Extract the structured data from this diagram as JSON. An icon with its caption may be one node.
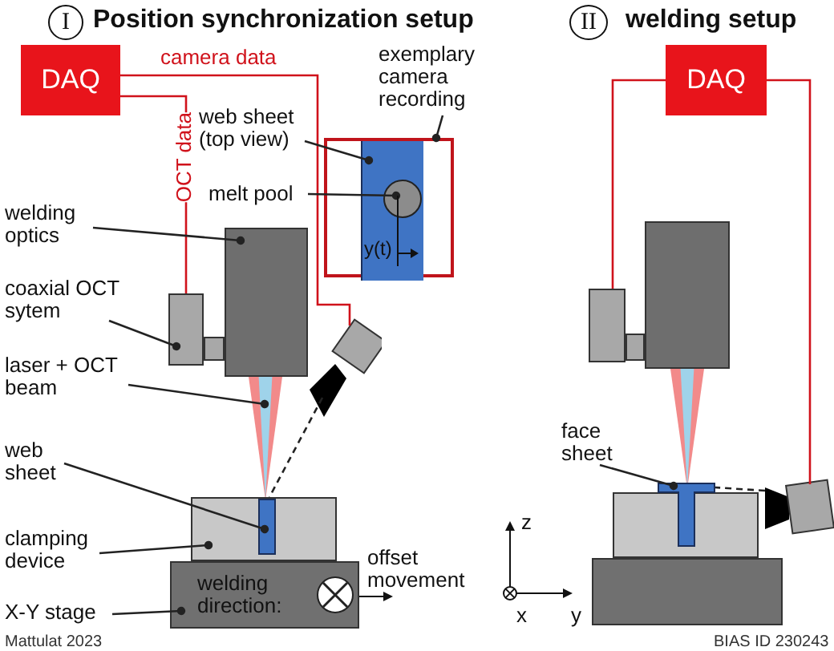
{
  "diagram": {
    "nodes": [
      {
        "text": [
          "DAQ"
        ]
      },
      {
        "text": [
          "exemplary camera recording"
        ]
      },
      {
        "text": [],
        "shape": "box"
      },
      {
        "text": [
          "web sheet (top view)"
        ]
      },
      {
        "text": [],
        "shape": "box",
        "in": 2
      },
      {
        "text": [
          "melt pool"
        ]
      },
      {
        "text": [],
        "shape": "circle",
        "in": 4
      },
      {
        "text": [
          "welding optics"
        ]
      },
      {
        "text": [],
        "shape": "box"
      },
      {
        "text": [
          "coaxial OCT sytem"
        ]
      },
      {
        "text": [],
        "shape": "box"
      },
      {
        "text": [
          "laser + OCT beam"
        ]
      },
      {
        "text": [],
        "shape": "cone"
      },
      {
        "text": [],
        "shape": "camera"
      },
      {
        "text": [
          "web sheet"
        ]
      },
      {
        "text": [],
        "shape": "bar",
        "in": 17
      },
      {
        "text": [
          "clamping device"
        ]
      },
      {
        "text": [],
        "shape": "box"
      },
      {
        "text": [
          "X-Y stage"
        ]
      },
      {
        "text": [
          "welding direction:"
        ]
      },
      {
        "text": [
          "DAQ"
        ]
      },
      {
        "text": [],
        "shape": "box"
      },
      {
        "text": [],
        "shape": "box"
      },
      {
        "text": [],
        "shape": "cone"
      },
      {
        "text": [
          "face sheet"
        ]
      },
      {
        "text": [],
        "shape": "bar"
      },
      {
        "text": [],
        "shape": "box"
      },
      {
        "text": [],
        "shape": "box"
      },
      {
        "text": [],
        "shape": "camera"
      }
    ],
    "edges": [
      {
        "from": 0,
        "to": 13,
        "arrow": "none",
        "label": "camera data",
        "color": "#d0121b"
      },
      {
        "from": 0,
        "to": 10,
        "arrow": "none",
        "label": "OCT data",
        "color": "#d0121b"
      },
      {
        "from": 13,
        "to": 15,
        "arrow": "none",
        "style": "dashed"
      },
      {
        "from": 1,
        "to": 2,
        "arrow": "other"
      },
      {
        "from": 3,
        "to": 4,
        "arrow": "other"
      },
      {
        "from": 5,
        "to": 6,
        "arrow": "other"
      },
      {
        "from": 7,
        "to": 8,
        "arrow": "other"
      },
      {
        "from": 9,
        "to": 10,
        "arrow": "other"
      },
      {
        "from": 11,
        "to": 12,
        "arrow": "other"
      },
      {
        "from": 14,
        "to": 15,
        "arrow": "other"
      },
      {
        "from": 16,
        "to": 17,
        "arrow": "other"
      },
      {
        "from": 18,
        "to": 19,
        "arrow": "other"
      },
      {
        "from": 20,
        "to": 21,
        "arrow": "none",
        "color": "#d0121b"
      },
      {
        "from": 20,
        "to": 28,
        "arrow": "none",
        "color": "#d0121b"
      },
      {
        "from": 28,
        "to": 25,
        "arrow": "none",
        "style": "dashed"
      },
      {
        "from": 24,
        "to": 25,
        "arrow": "other"
      }
    ],
    "labels": [
      "I",
      "Position synchronization setup",
      "II",
      "welding setup",
      "y(t)",
      "offset movement",
      "z",
      "x",
      "y",
      "Mattulat 2023",
      "BIAS ID 230243"
    ]
  }
}
